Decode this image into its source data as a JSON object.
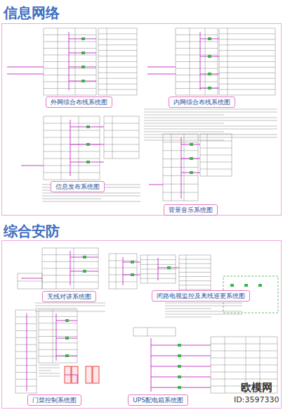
{
  "diagram": {
    "nodes": [
      {
        "text": [
          "外网综合布线系统图"
        ]
      },
      {
        "text": [
          "内网综合布线系统图"
        ]
      },
      {
        "text": [
          "信息发布系统图"
        ]
      },
      {
        "text": [
          "背景音乐系统图"
        ]
      },
      {
        "text": [
          "无线对讲系统图"
        ]
      },
      {
        "text": [
          "闭路电视监控及离线巡更系统图"
        ]
      },
      {
        "text": [
          "门禁控制系统图"
        ]
      },
      {
        "text": [
          "UPS配电箱系统图"
        ]
      }
    ],
    "labels": [
      "信息网络",
      "综合安防",
      "欧模网",
      "ID:3597330"
    ]
  }
}
